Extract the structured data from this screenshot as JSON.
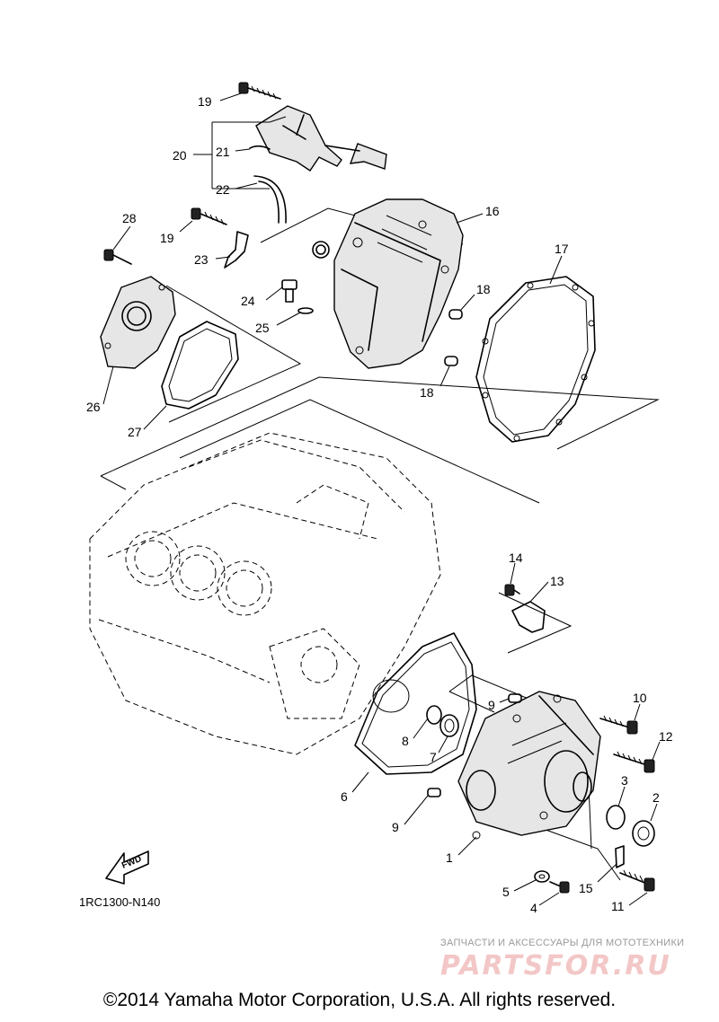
{
  "diagram": {
    "code": "1RC1300-N140",
    "fwd_label": "FWD",
    "callouts": [
      {
        "id": "c19a",
        "text": "19"
      },
      {
        "id": "c20",
        "text": "20"
      },
      {
        "id": "c21",
        "text": "21"
      },
      {
        "id": "c22",
        "text": "22"
      },
      {
        "id": "c16",
        "text": "16"
      },
      {
        "id": "c17",
        "text": "17"
      },
      {
        "id": "c28",
        "text": "28"
      },
      {
        "id": "c19b",
        "text": "19"
      },
      {
        "id": "c23",
        "text": "23"
      },
      {
        "id": "c24",
        "text": "24"
      },
      {
        "id": "c25",
        "text": "25"
      },
      {
        "id": "c18a",
        "text": "18"
      },
      {
        "id": "c18b",
        "text": "18"
      },
      {
        "id": "c26",
        "text": "26"
      },
      {
        "id": "c27",
        "text": "27"
      },
      {
        "id": "c14",
        "text": "14"
      },
      {
        "id": "c13",
        "text": "13"
      },
      {
        "id": "c10",
        "text": "10"
      },
      {
        "id": "c9a",
        "text": "9"
      },
      {
        "id": "c12",
        "text": "12"
      },
      {
        "id": "c8",
        "text": "8"
      },
      {
        "id": "c7",
        "text": "7"
      },
      {
        "id": "c3",
        "text": "3"
      },
      {
        "id": "c2",
        "text": "2"
      },
      {
        "id": "c6",
        "text": "6"
      },
      {
        "id": "c9b",
        "text": "9"
      },
      {
        "id": "c1",
        "text": "1"
      },
      {
        "id": "c5",
        "text": "5"
      },
      {
        "id": "c15",
        "text": "15"
      },
      {
        "id": "c4",
        "text": "4"
      },
      {
        "id": "c11",
        "text": "11"
      }
    ]
  },
  "watermark": {
    "tagline": "ЗАПЧАСТИ И АКСЕССУАРЫ ДЛЯ МОТОТЕХНИКИ",
    "brand": "PARTSFOR.RU"
  },
  "copyright": "©2014 Yamaha Motor Corporation, U.S.A. All rights reserved."
}
